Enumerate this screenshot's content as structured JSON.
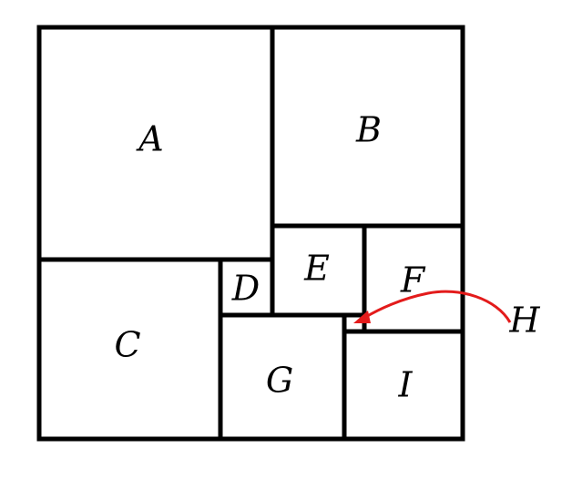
{
  "labels": {
    "A": "A",
    "B": "B",
    "C": "C",
    "D": "D",
    "E": "E",
    "F": "F",
    "G": "G",
    "H": "H",
    "I": "I"
  },
  "colors": {
    "outline": "#000000",
    "arrow": "#e31b1b",
    "background": "#ffffff"
  }
}
